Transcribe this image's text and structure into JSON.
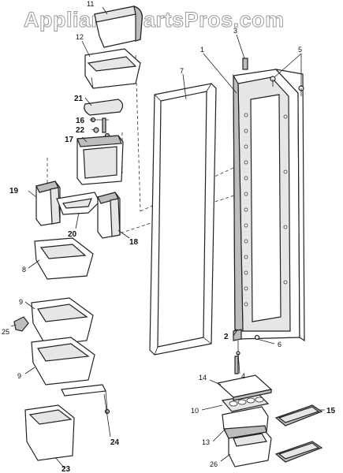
{
  "watermark": "AppliancePartsPros.com",
  "callouts": {
    "c1": "1",
    "c2": "2",
    "c3": "3",
    "c4": "4",
    "c5": "5",
    "c6": "6",
    "c7": "7",
    "c8": "8",
    "c9a": "9",
    "c9b": "9",
    "c10": "10",
    "c11": "11",
    "c12": "12",
    "c13": "13",
    "c14": "14",
    "c15": "15",
    "c16": "16",
    "c17": "17",
    "c18": "18",
    "c19": "19",
    "c20": "20",
    "c21": "21",
    "c22": "22",
    "c23": "23",
    "c24": "24",
    "c25": "25",
    "c26": "26"
  }
}
